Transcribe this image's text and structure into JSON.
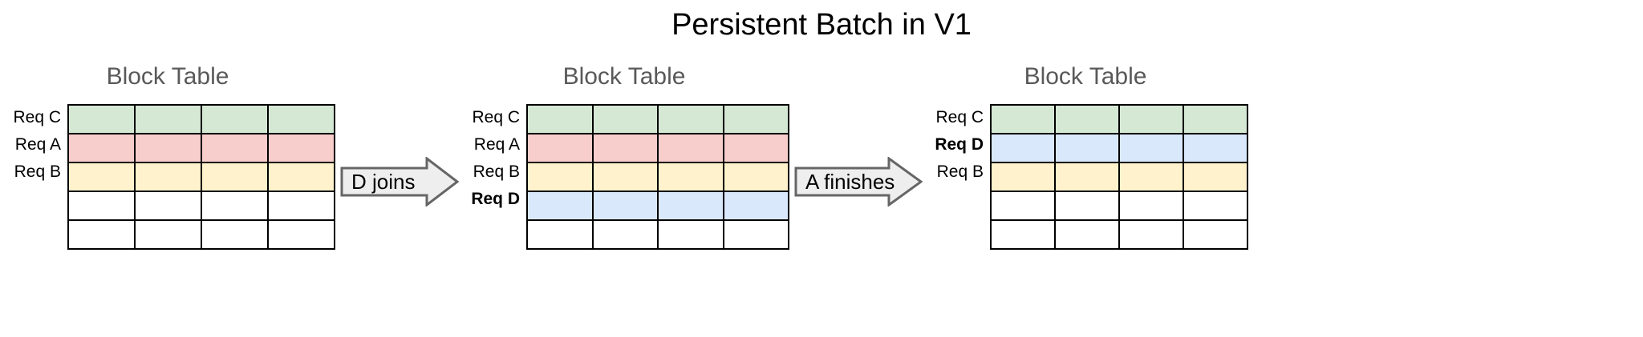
{
  "title": "Persistent Batch in V1",
  "colors": {
    "green": "#d5e8d4",
    "pink": "#f8cecc",
    "yellow": "#fff2cc",
    "blue": "#dae8fc",
    "empty": "#ffffff",
    "border": "#000000",
    "heading": "#595959",
    "arrow_fill": "#eeeeee",
    "arrow_stroke": "#666666"
  },
  "panels": [
    {
      "heading": "Block Table",
      "columns": 4,
      "rows": [
        {
          "label": "Req C",
          "bold": false,
          "color": "#d5e8d4"
        },
        {
          "label": "Req A",
          "bold": false,
          "color": "#f8cecc"
        },
        {
          "label": "Req B",
          "bold": false,
          "color": "#fff2cc"
        },
        {
          "label": "",
          "bold": false,
          "color": "#ffffff"
        },
        {
          "label": "",
          "bold": false,
          "color": "#ffffff"
        }
      ]
    },
    {
      "heading": "Block Table",
      "columns": 4,
      "rows": [
        {
          "label": "Req C",
          "bold": false,
          "color": "#d5e8d4"
        },
        {
          "label": "Req A",
          "bold": false,
          "color": "#f8cecc"
        },
        {
          "label": "Req B",
          "bold": false,
          "color": "#fff2cc"
        },
        {
          "label": "Req D",
          "bold": true,
          "color": "#dae8fc"
        },
        {
          "label": "",
          "bold": false,
          "color": "#ffffff"
        }
      ]
    },
    {
      "heading": "Block Table",
      "columns": 4,
      "rows": [
        {
          "label": "Req C",
          "bold": false,
          "color": "#d5e8d4"
        },
        {
          "label": "Req D",
          "bold": true,
          "color": "#dae8fc"
        },
        {
          "label": "Req B",
          "bold": false,
          "color": "#fff2cc"
        },
        {
          "label": "",
          "bold": false,
          "color": "#ffffff"
        },
        {
          "label": "",
          "bold": false,
          "color": "#ffffff"
        }
      ]
    }
  ],
  "arrows": [
    {
      "label": "D joins"
    },
    {
      "label": "A finishes"
    }
  ]
}
